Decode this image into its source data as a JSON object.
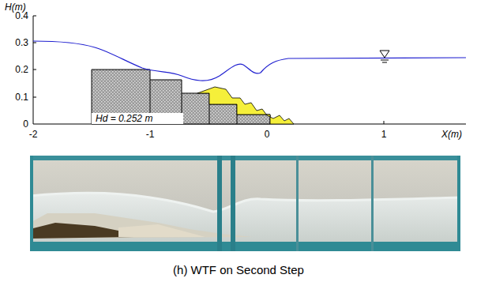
{
  "diagram": {
    "caption": "(h) WTF on Second Step",
    "labels": [
      "H(m)",
      "0.4",
      "0.3",
      "0.2",
      "0.1",
      "0",
      "Hd = 0.252 m",
      "-2",
      "-1",
      "0",
      "1",
      "X(m)"
    ]
  }
}
